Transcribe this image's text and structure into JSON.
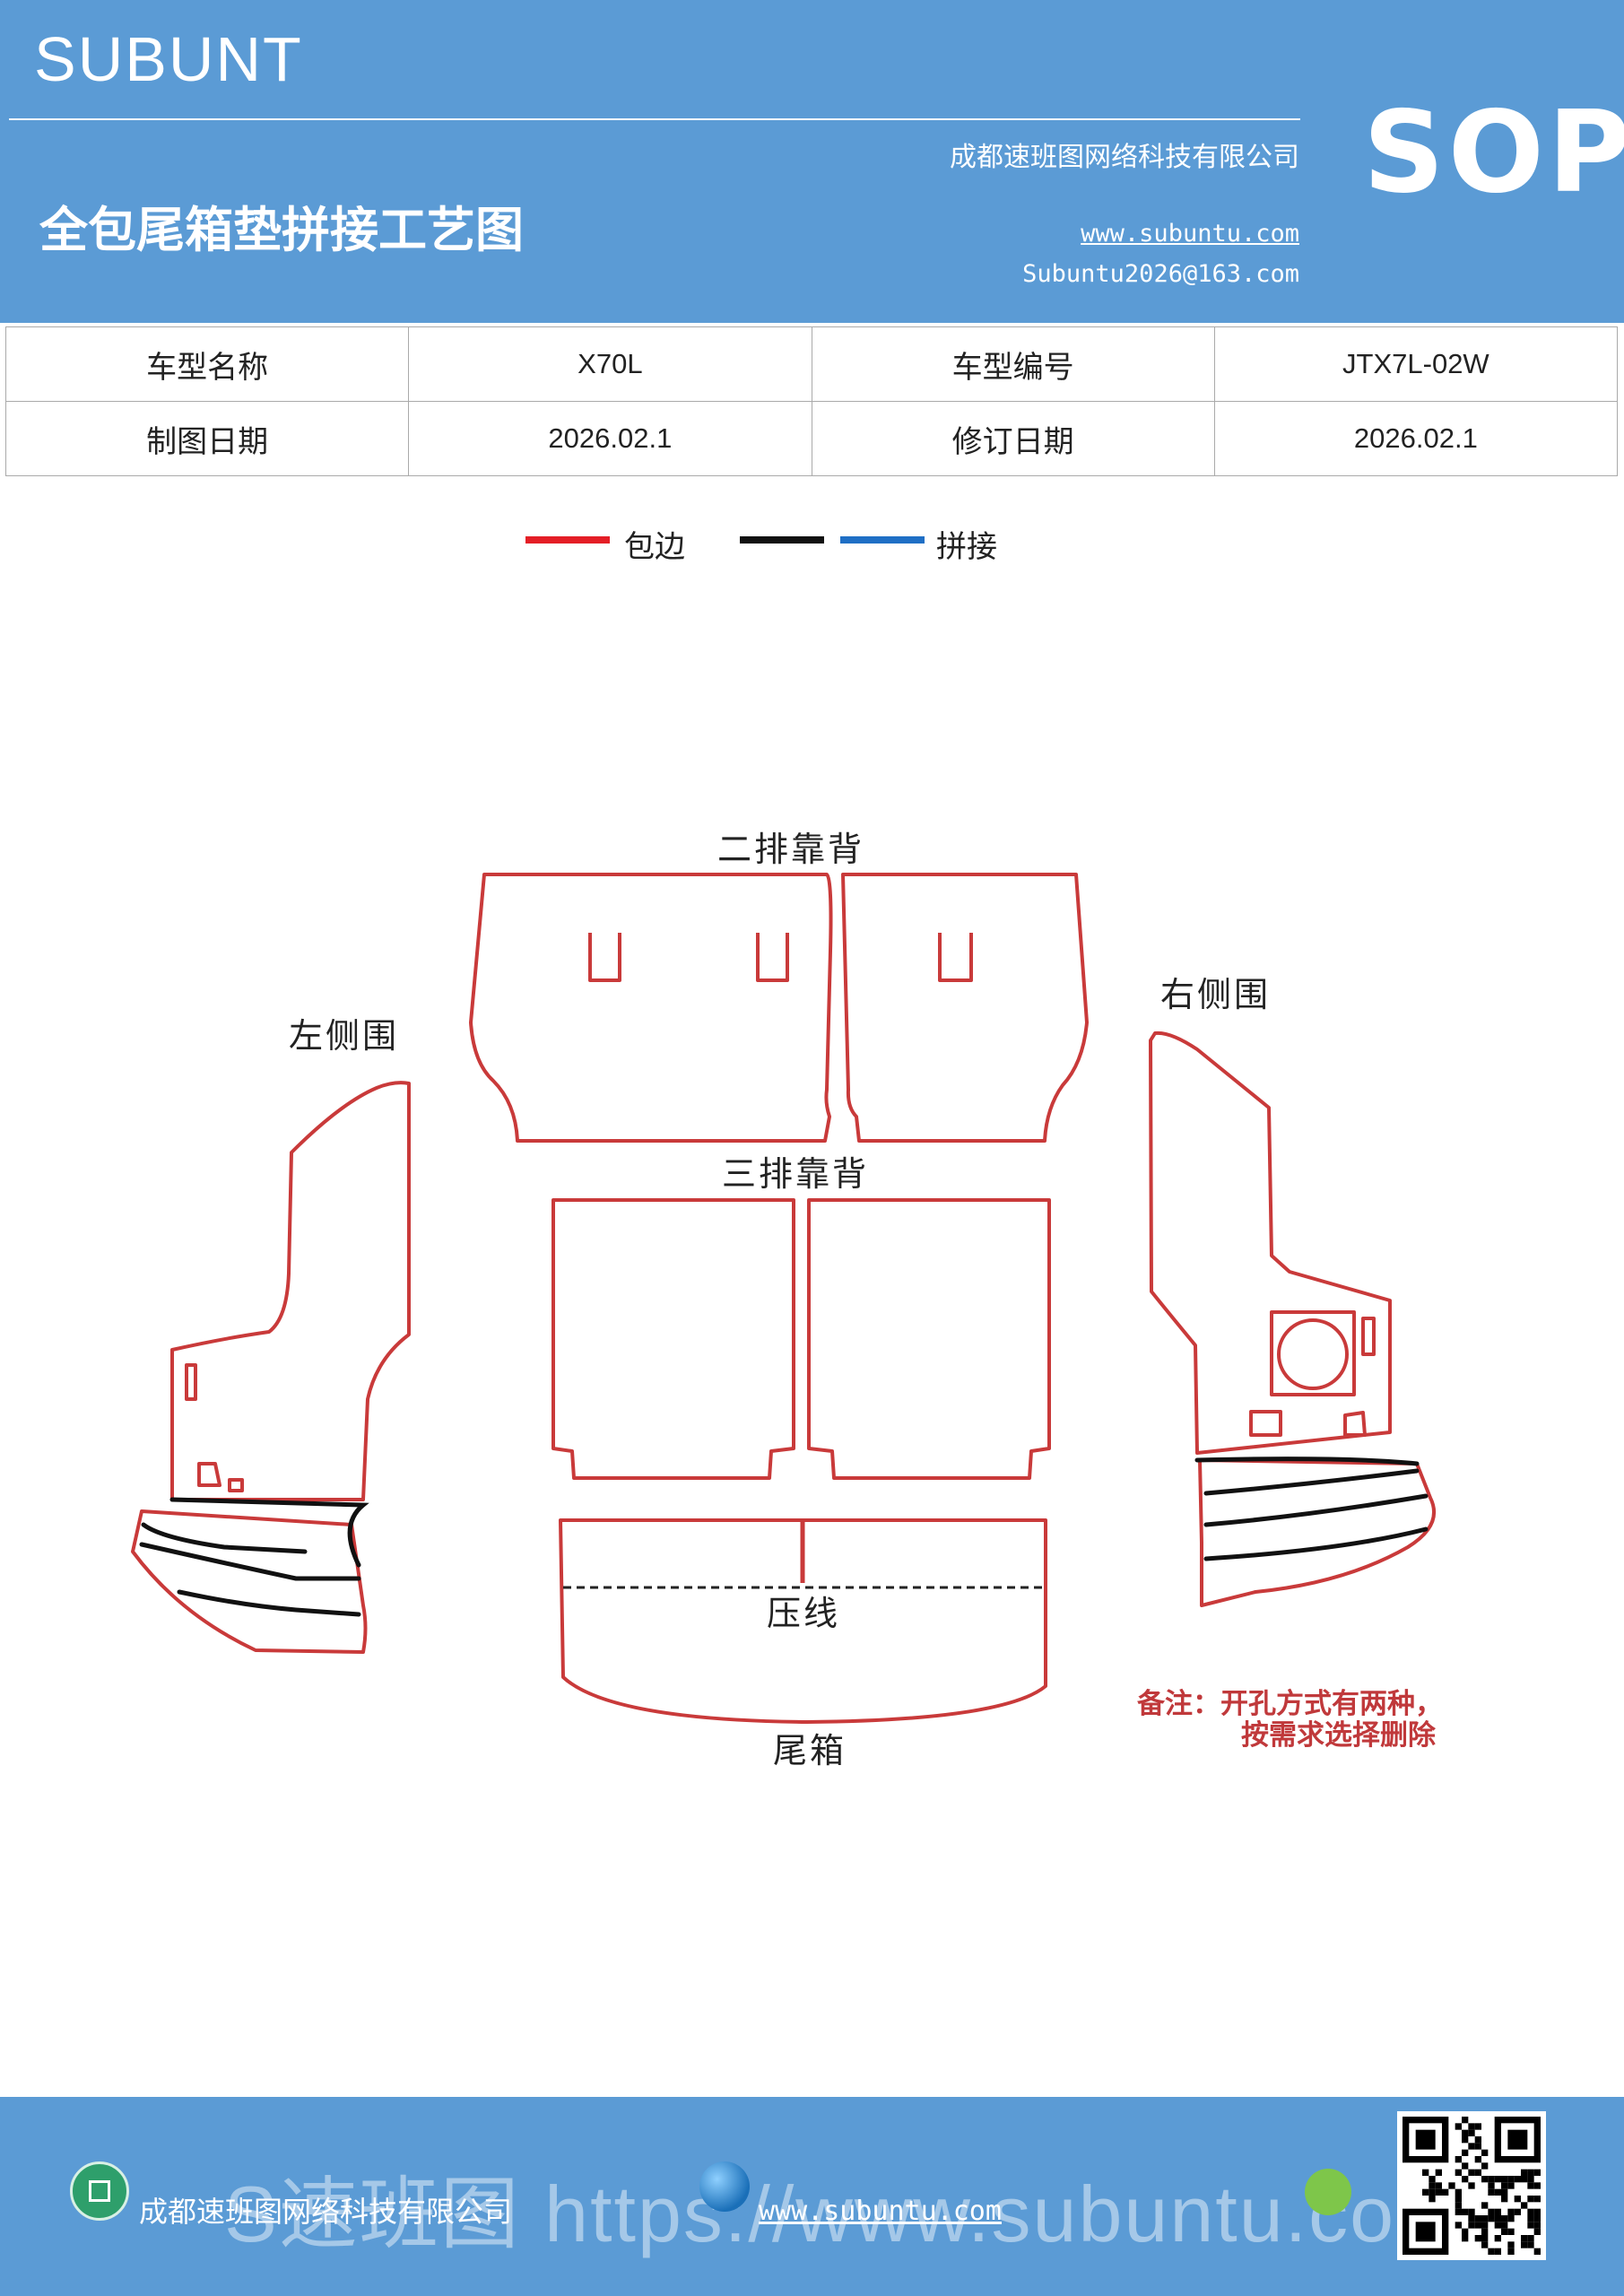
{
  "header": {
    "brand": "SUBUNT",
    "title": "全包尾箱垫拼接工艺图",
    "company": "成都速班图网络科技有限公司",
    "website": "www.subuntu.com",
    "email": "Subuntu2026@163.com",
    "badge": "SOP"
  },
  "info_table": {
    "rows": [
      {
        "label1": "车型名称",
        "value1": "X70L",
        "label2": "车型编号",
        "value2": "JTX7L-02W"
      },
      {
        "label1": "制图日期",
        "value1": "2026.02.1",
        "label2": "修订日期",
        "value2": "2026.02.1"
      }
    ]
  },
  "legend": {
    "edge_label": "包边",
    "splice_label": "拼接",
    "edge_color": "#e41e26",
    "black_color": "#111111",
    "splice_color": "#1f6fc5"
  },
  "diagram": {
    "second_row": "二排靠背",
    "third_row": "三排靠背",
    "left_side": "左侧围",
    "right_side": "右侧围",
    "press_line": "压线",
    "trunk": "尾箱",
    "note_line1": "备注：开孔方式有两种，",
    "note_line2": "按需求选择删除",
    "outline_color": "#c93a3a"
  },
  "footer": {
    "company": "成都速班图网络科技有限公司",
    "website": "www.subuntu.com",
    "watermark": "S速班图 https://www.subuntu.com"
  }
}
